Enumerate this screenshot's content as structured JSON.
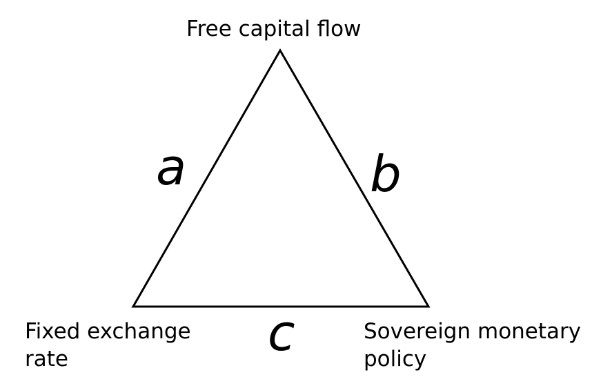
{
  "diagram": {
    "vertices": {
      "top": "Free capital flow",
      "bottom_left": [
        "Fixed exchange",
        "rate"
      ],
      "bottom_right": [
        "Sovereign monetary",
        "policy"
      ]
    },
    "edges": {
      "left": "a",
      "right": "b",
      "bottom": "c"
    }
  },
  "colors": {
    "line": "#000000",
    "text": "#000000",
    "background": "#ffffff"
  }
}
